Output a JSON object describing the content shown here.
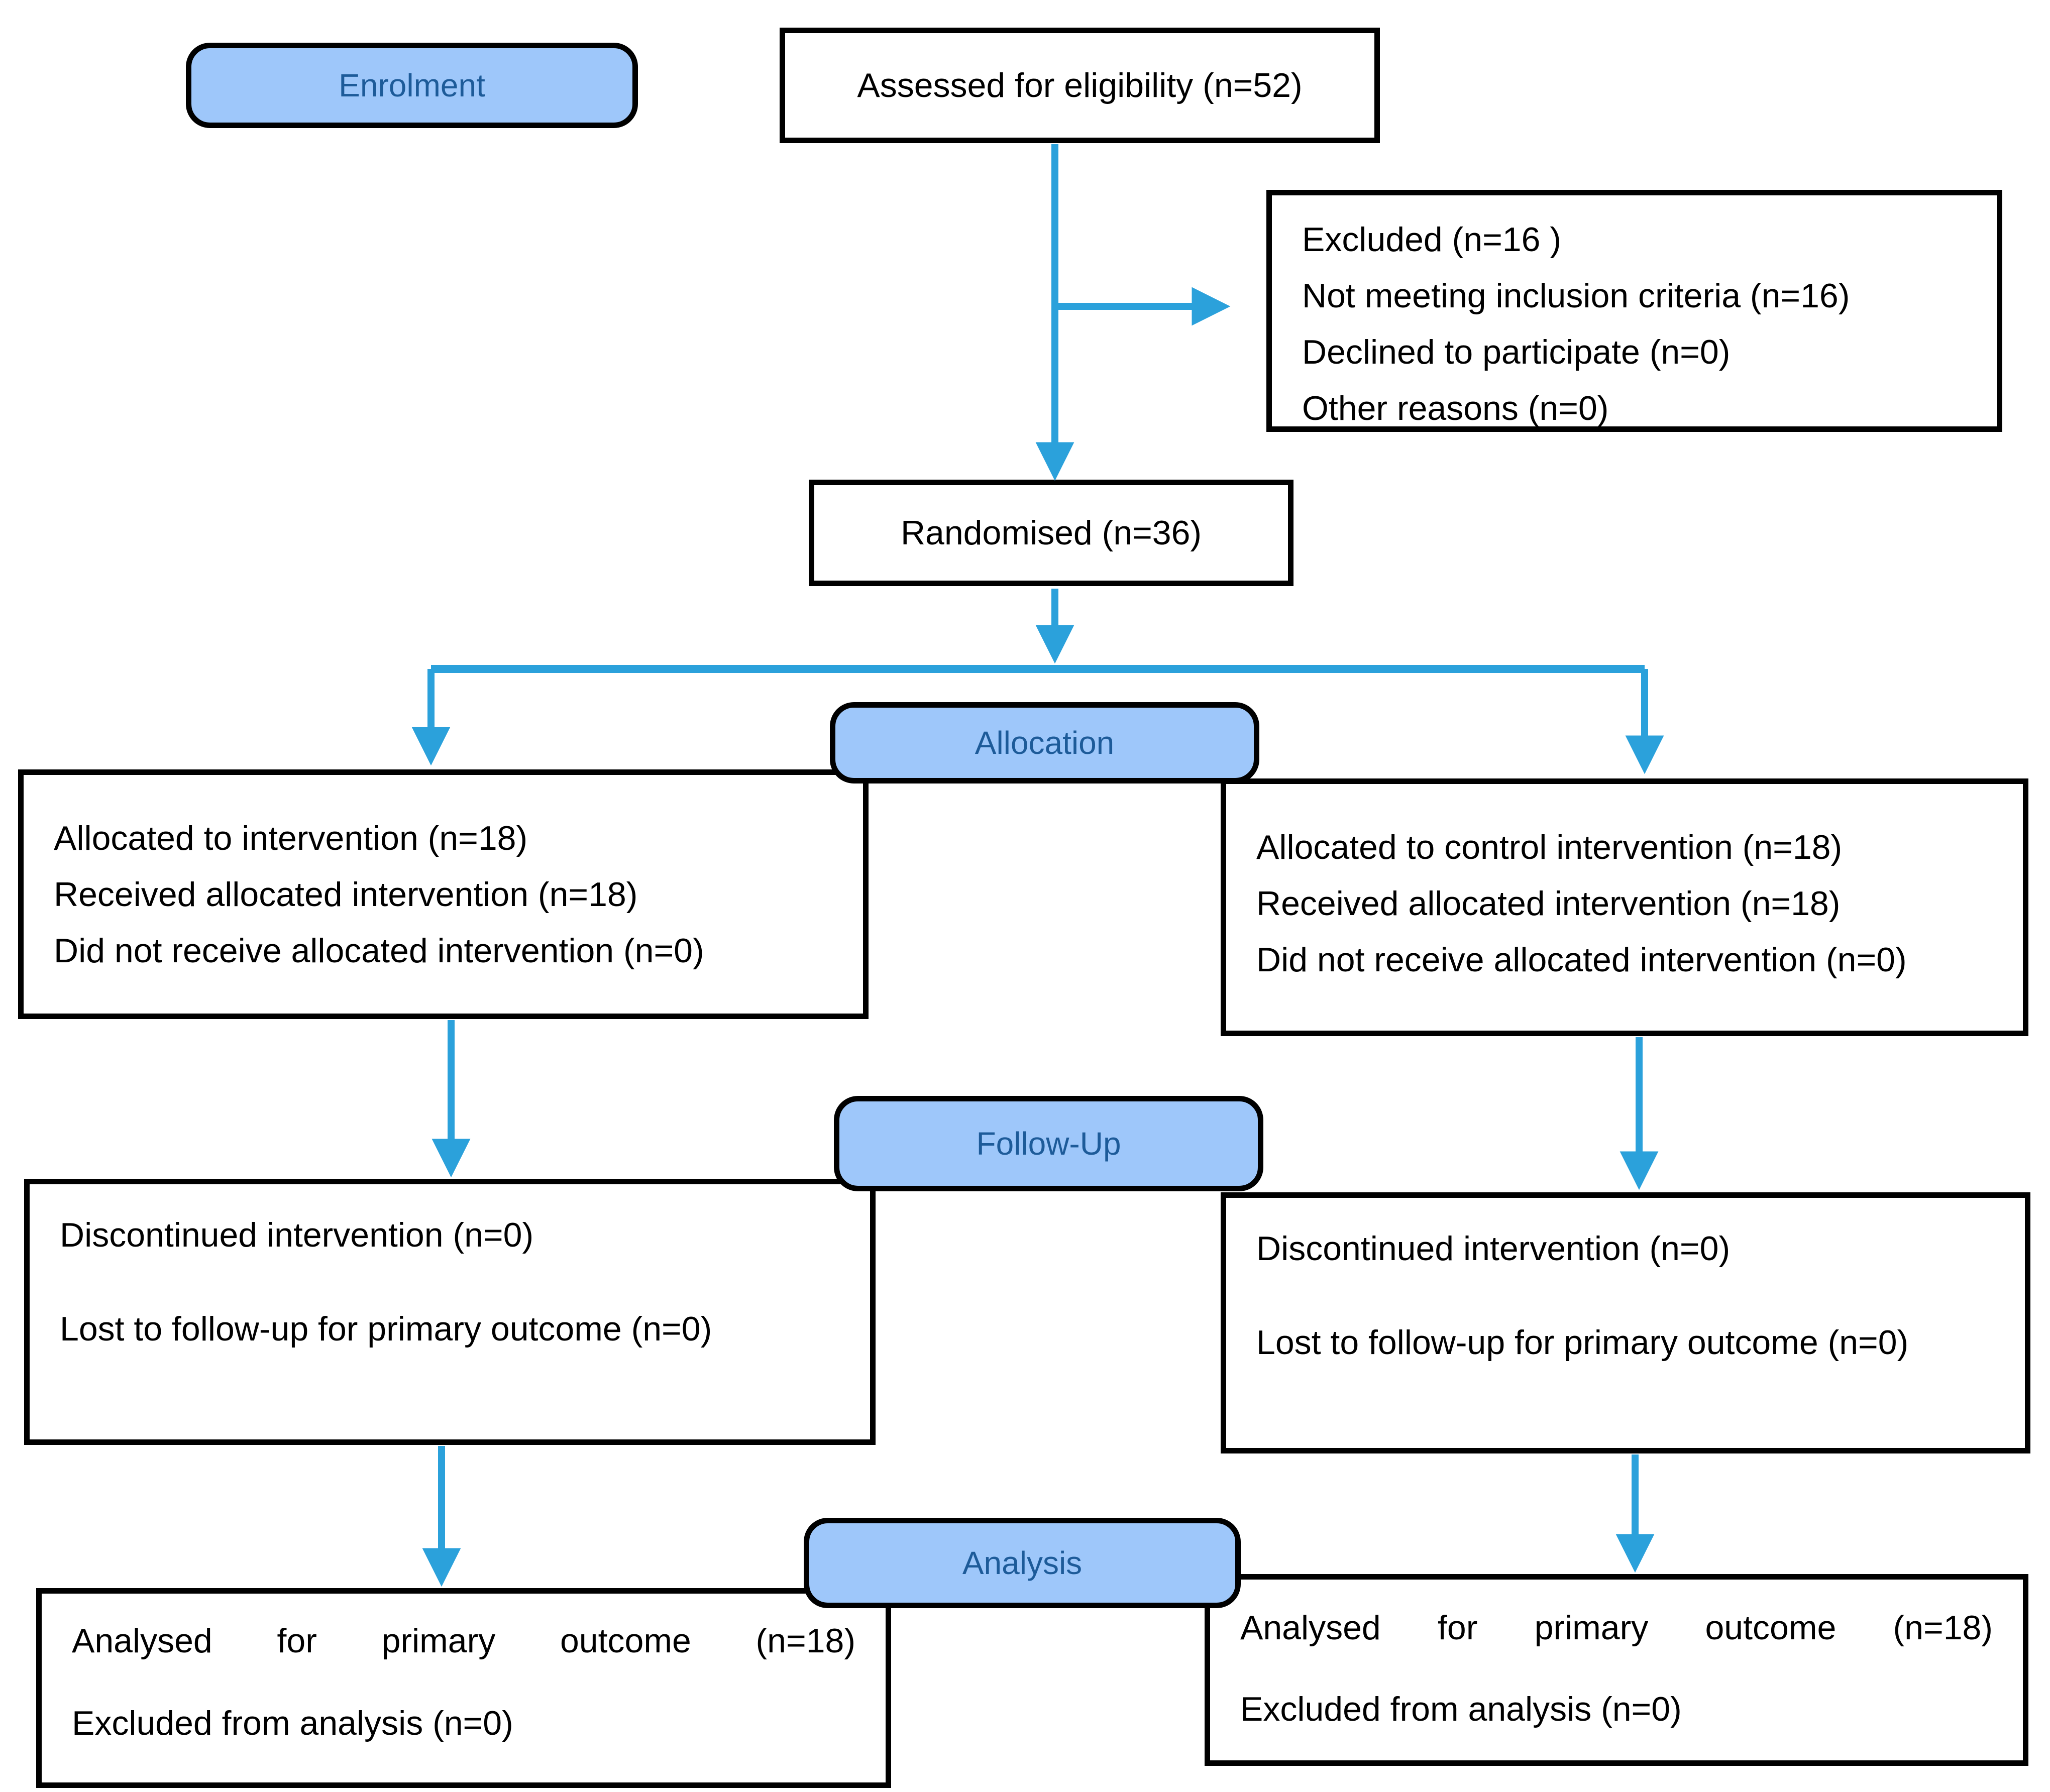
{
  "colors": {
    "label_fill": "#9EC7FA",
    "label_text": "#1D5B99",
    "arrow": "#2BA1DB",
    "box_border": "#000000",
    "body_text": "#000000"
  },
  "stages": {
    "enrolment": "Enrolment",
    "allocation": "Allocation",
    "followup": "Follow-Up",
    "analysis": "Analysis"
  },
  "boxes": {
    "assessed": {
      "text": "Assessed for eligibility (n=52)"
    },
    "excluded": {
      "lines": [
        "Excluded (n=16 )",
        "Not meeting inclusion criteria (n=16)",
        "Declined to participate (n=0)",
        "Other reasons (n=0)"
      ]
    },
    "randomised": {
      "text": "Randomised (n=36)"
    },
    "allocation_intervention": {
      "lines": [
        "Allocated to intervention (n=18)",
        "Received allocated intervention (n=18)",
        "Did not receive allocated intervention (n=0)"
      ]
    },
    "allocation_control": {
      "lines": [
        "Allocated to control intervention (n=18)",
        "Received allocated intervention (n=18)",
        "Did not receive allocated intervention (n=0)"
      ]
    },
    "followup_intervention": {
      "line1": "Discontinued intervention (n=0)",
      "line2": "Lost to follow-up for primary outcome (n=0)"
    },
    "followup_control": {
      "line1": "Discontinued intervention (n=0)",
      "line2": "Lost to follow-up for primary outcome (n=0)"
    },
    "analysis_intervention": {
      "line1": "Analysed for primary outcome (n=18)",
      "line2": "Excluded from analysis (n=0)"
    },
    "analysis_control": {
      "line1": "Analysed for primary outcome (n=18)",
      "line2": "Excluded from analysis (n=0)"
    }
  }
}
